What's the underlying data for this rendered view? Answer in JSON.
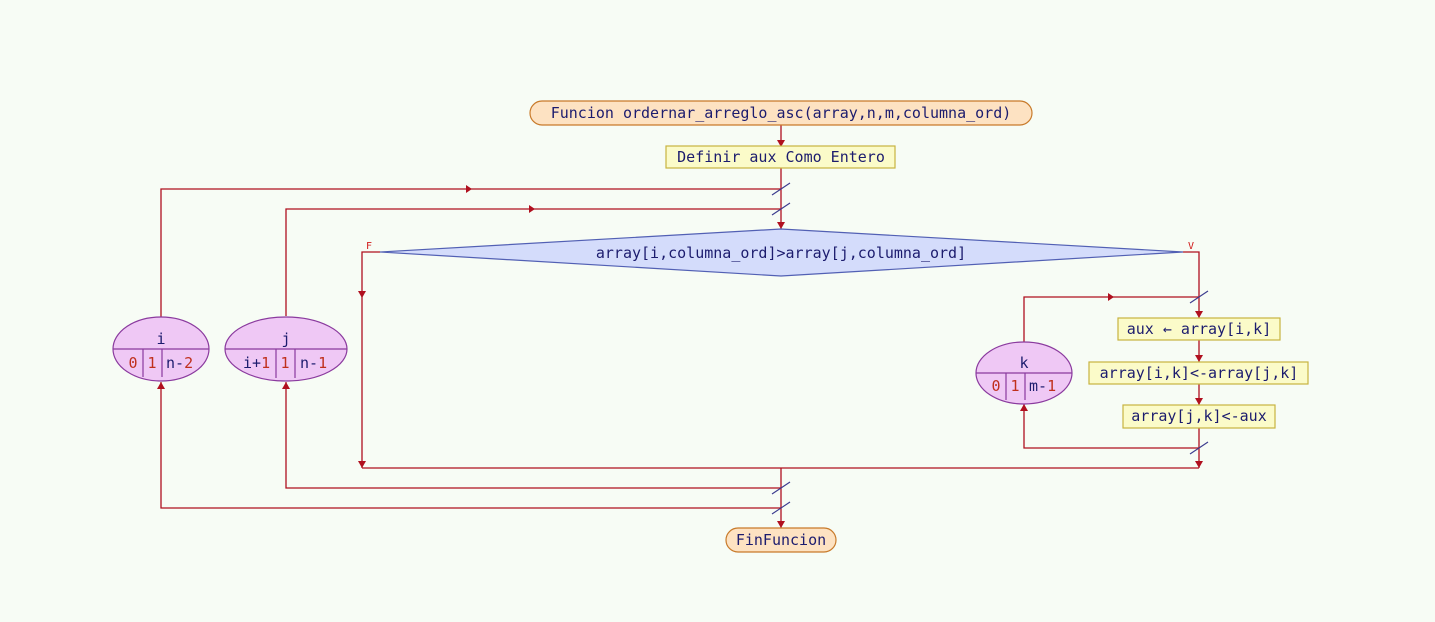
{
  "colors": {
    "background": "#f7fcf5",
    "wire": "#b0101f",
    "terminator_fill": "#fde2c2",
    "process_fill": "#fbfbc9",
    "decision_fill": "#d4dcfb",
    "loop_fill": "#efc8f5"
  },
  "start": {
    "label": "Funcion ordernar_arreglo_asc(array,n,m,columna_ord)"
  },
  "define": {
    "label": "Definir aux Como Entero"
  },
  "decision": {
    "label": "array[i,columna_ord]>array[j,columna_ord]",
    "false_label": "F",
    "true_label": "V"
  },
  "loop_i": {
    "var": "i",
    "start": "0",
    "step": "1",
    "end_prefix": "n-",
    "end_num": "2"
  },
  "loop_j": {
    "var": "j",
    "start_prefix": "i+",
    "start_num": "1",
    "step": "1",
    "end_prefix": "n-",
    "end_num": "1"
  },
  "loop_k": {
    "var": "k",
    "start": "0",
    "step": "1",
    "end_prefix": "m-",
    "end_num": "1"
  },
  "assign1": {
    "label": "aux ← array[i,k]"
  },
  "assign2": {
    "label": "array[i,k]<-array[j,k]"
  },
  "assign3": {
    "label": "array[j,k]<-aux"
  },
  "end": {
    "label": "FinFuncion"
  }
}
